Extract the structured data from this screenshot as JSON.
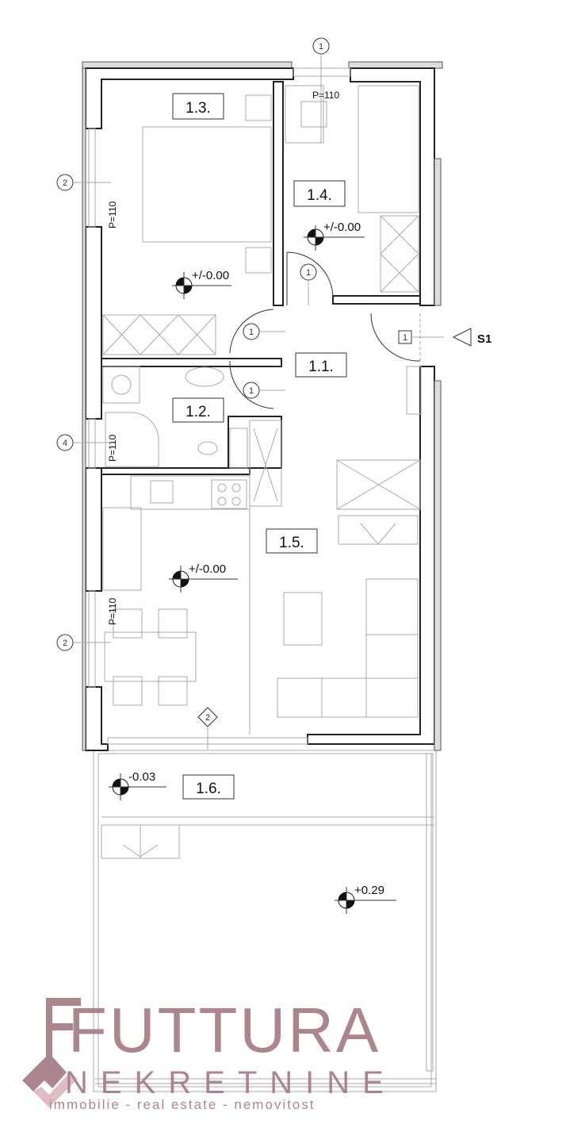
{
  "rooms": {
    "r11": "1.1.",
    "r12": "1.2.",
    "r13": "1.3.",
    "r14": "1.4.",
    "r15": "1.5.",
    "r16": "1.6."
  },
  "levels": {
    "l13": "+/-0.00",
    "l14": "+/-0.00",
    "l15": "+/-0.00",
    "l16a": "-0.03",
    "l16b": "+0.29"
  },
  "parapets": {
    "p1": "P=110",
    "p2": "P=110",
    "p3": "P=110",
    "p4": "P=110"
  },
  "markers": {
    "top": "1",
    "d13": "1",
    "d14": "1",
    "d12": "1",
    "entry": "1",
    "w2a": "2",
    "w4": "4",
    "w2b": "2",
    "terrace": "2"
  },
  "section": "S1",
  "logo": {
    "name": "FUTTURA",
    "sub": "NEKRETNINE",
    "tagline": "immobilie - real estate - nemovitost",
    "color": "#a57c84"
  }
}
